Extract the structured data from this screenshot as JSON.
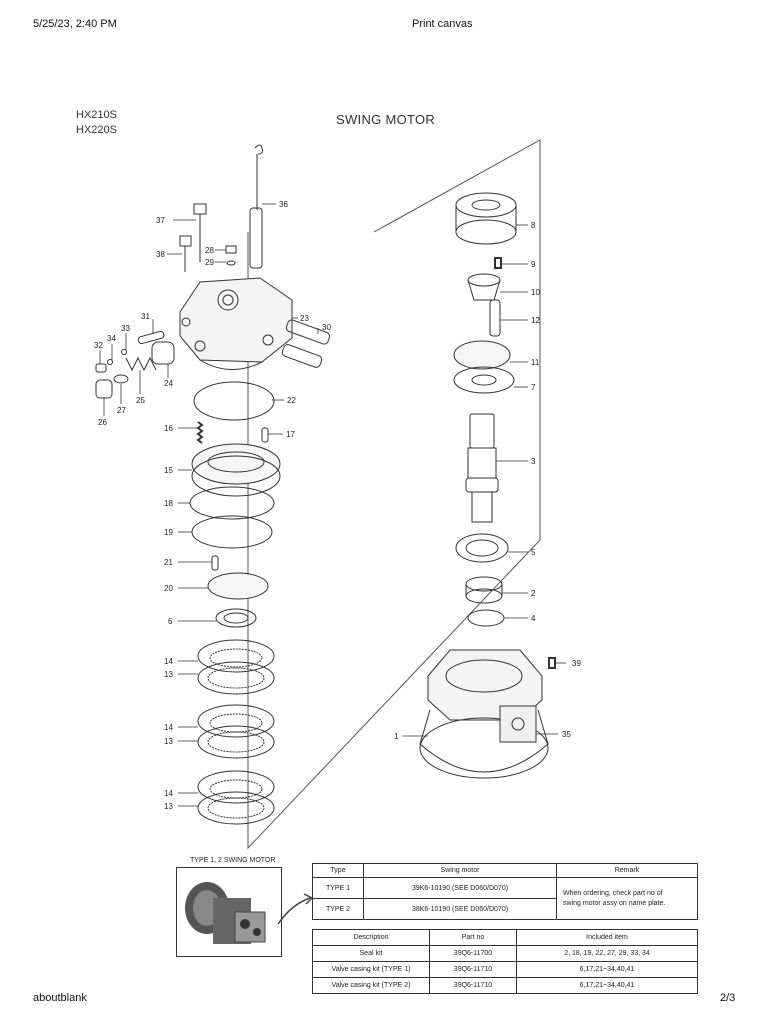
{
  "header": {
    "datetime": "5/25/23, 2:40 PM",
    "page_title": "Print canvas"
  },
  "footer": {
    "url": "aboutblank",
    "page": "2/3"
  },
  "doc": {
    "models": [
      "HX210S",
      "HX220S"
    ],
    "title": "SWING MOTOR",
    "inset_caption": "TYPE 1, 2 SWING MOTOR"
  },
  "callouts": [
    "36",
    "37",
    "28",
    "29",
    "38",
    "23",
    "31",
    "33",
    "34",
    "30",
    "32",
    "24",
    "22",
    "25",
    "27",
    "26",
    "16",
    "17",
    "15",
    "18",
    "19",
    "21",
    "20",
    "6",
    "14",
    "13",
    "14",
    "13",
    "14",
    "13",
    "8",
    "9",
    "10",
    "12",
    "11",
    "7",
    "3",
    "5",
    "2",
    "4",
    "39",
    "1",
    "35"
  ],
  "type_table": {
    "headers": [
      "Type",
      "Swing motor",
      "Remark"
    ],
    "rows": [
      {
        "type": "TYPE 1",
        "motor": "39K6-10190 (SEE D060/D070)"
      },
      {
        "type": "TYPE 2",
        "motor": "38K6-10190 (SEE D060/D070)"
      }
    ],
    "remark": [
      "When ordering, check part no of",
      "swing motor assy on name plate."
    ]
  },
  "kit_table": {
    "headers": [
      "Description",
      "Part no",
      "Included item"
    ],
    "rows": [
      [
        "Seal kit",
        "39Q6-11700",
        "2, 18, 19, 22, 27, 29, 33, 34"
      ],
      [
        "Valve casing kit (TYPE 1)",
        "39Q6-11710",
        "6,17,21~34,40,41"
      ],
      [
        "Valve casing kit (TYPE 2)",
        "39Q6-11710",
        "6,17,21~34,40,41"
      ]
    ]
  }
}
